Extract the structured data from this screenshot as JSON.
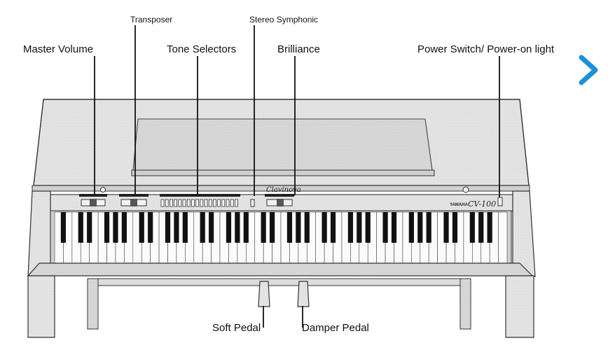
{
  "labels": {
    "master_volume": "Master Volume",
    "transposer": "Transposer",
    "tone_selectors": "Tone Selectors",
    "stereo_symphonic": "Stereo Symphonic",
    "brilliance": "Brilliance",
    "power_switch": "Power Switch/ Power-on light",
    "soft_pedal": "Soft Pedal",
    "damper_pedal": "Damper Pedal"
  },
  "instrument": {
    "brand": "YAMAHA",
    "model": "CV-100",
    "logo": "Clavinova"
  },
  "nav": {
    "icon": "chevron-right-icon"
  },
  "colors": {
    "accent": "#1e90d6",
    "line": "#222222",
    "body": "#e6e6e6"
  }
}
